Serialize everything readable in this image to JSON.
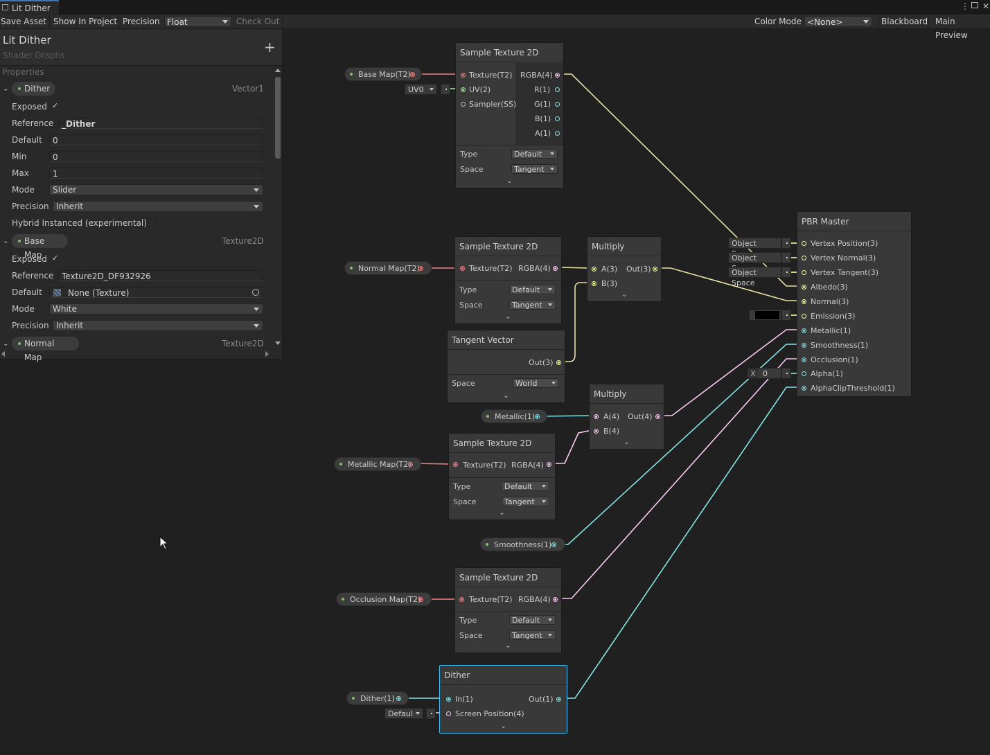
{
  "window": {
    "tab_title": "Lit Dither",
    "menu_icon": "kebab-menu-icon",
    "maximize_icon": "maximize-icon",
    "close_icon": "close-icon",
    "close_glyph": "✕"
  },
  "toolbar": {
    "save_asset": "Save Asset",
    "show_in_project": "Show In Project",
    "precision_label": "Precision",
    "precision_value": "Float",
    "check_out": "Check Out",
    "color_mode_label": "Color Mode",
    "color_mode_value": "<None>",
    "blackboard": "Blackboard",
    "main_preview": "Main Preview"
  },
  "blackboard": {
    "title": "Lit Dither",
    "subtitle": "Shader Graphs",
    "add_glyph": "+",
    "section": "Properties",
    "properties": [
      {
        "name": "Dither",
        "type": "Vector1",
        "exposed_label": "Exposed",
        "exposed": true,
        "reference_label": "Reference",
        "reference": "_Dither",
        "default_label": "Default",
        "default": "0",
        "min_label": "Min",
        "min": "0",
        "max_label": "Max",
        "max": "1",
        "mode_label": "Mode",
        "mode": "Slider",
        "precision_label": "Precision",
        "precision": "Inherit",
        "hybrid_label": "Hybrid Instanced (experimental)"
      },
      {
        "name": "Base Map",
        "type": "Texture2D",
        "exposed_label": "Exposed",
        "exposed": true,
        "reference_label": "Reference",
        "reference": "Texture2D_DF932926",
        "default_label": "Default",
        "default": "None (Texture)",
        "mode_label": "Mode",
        "mode": "White",
        "precision_label": "Precision",
        "precision": "Inherit"
      },
      {
        "name": "Normal Map",
        "type": "Texture2D"
      }
    ]
  },
  "graph": {
    "common": {
      "type_label": "Type",
      "space_label": "Space",
      "default_value": "Default",
      "tangent_value": "Tangent",
      "world_value": "World",
      "texture_in": "Texture(T2)",
      "uv_in": "UV(2)",
      "sampler_in": "Sampler(SS)",
      "rgba_out": "RGBA(4)",
      "r_out": "R(1)",
      "g_out": "G(1)",
      "b_out": "B(1)",
      "a_out": "A(1)",
      "uv_value": "UV0",
      "expand_glyph": "⌄",
      "check_glyph": "✓"
    },
    "nodes": {
      "sample_base": {
        "title": "Sample Texture 2D"
      },
      "sample_normal": {
        "title": "Sample Texture 2D"
      },
      "sample_metallic": {
        "title": "Sample Texture 2D"
      },
      "sample_occlusion": {
        "title": "Sample Texture 2D"
      },
      "multiply_normal": {
        "title": "Multiply",
        "a": "A(3)",
        "b": "B(3)",
        "out": "Out(3)"
      },
      "multiply_metallic": {
        "title": "Multiply",
        "a": "A(4)",
        "b": "B(4)",
        "out": "Out(4)"
      },
      "tangent_vector": {
        "title": "Tangent Vector",
        "out": "Out(3)"
      },
      "dither": {
        "title": "Dither",
        "in": "In(1)",
        "screen": "Screen Position(4)",
        "out": "Out(1)",
        "screen_value": "Defaul"
      },
      "pbr_master": {
        "title": "PBR Master",
        "ports": [
          "Vertex Position(3)",
          "Vertex Normal(3)",
          "Vertex Tangent(3)",
          "Albedo(3)",
          "Normal(3)",
          "Emission(3)",
          "Metallic(1)",
          "Smoothness(1)",
          "Occlusion(1)",
          "Alpha(1)",
          "AlphaClipThreshold(1)"
        ],
        "object_space": "Object Space",
        "alpha_x_label": "X",
        "alpha_value": "0",
        "emission_color": "#000000"
      }
    },
    "property_nodes": {
      "base_map": "Base Map(T2)",
      "normal_map": "Normal Map(T2)",
      "metallic": "Metallic(1)",
      "metallic_map": "Metallic Map(T2)",
      "smoothness": "Smoothness(1)",
      "occlusion_map": "Occlusion Map(T2)",
      "dither": "Dither(1)"
    }
  },
  "colors": {
    "texture_port": "#f17e7e",
    "vector1_port": "#84e4e7",
    "vector2_port": "#9aef92",
    "vector3_port": "#f6ff9a",
    "vector4_port": "#fbcbf4",
    "sampler_port": "#bbbbbb",
    "selection": "#44c0ff"
  }
}
